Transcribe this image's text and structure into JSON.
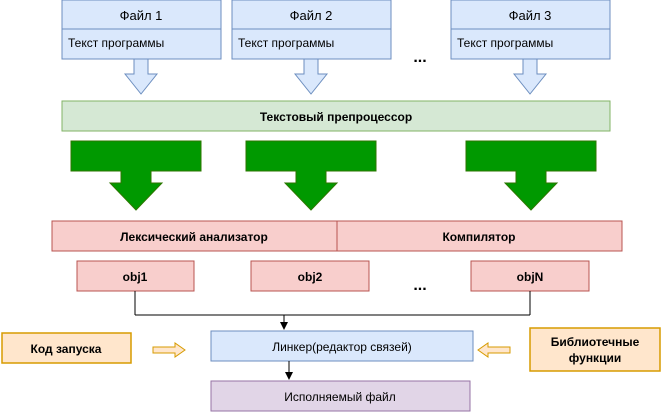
{
  "files": [
    {
      "title": "Файл 1",
      "body": "Текст программы"
    },
    {
      "title": "Файл 2",
      "body": "Текст программы"
    },
    {
      "title": "Файл 3",
      "body": "Текст программы"
    }
  ],
  "files_ellipsis": "...",
  "preprocessor": "Текстовый препроцессор",
  "lexer": "Лексический анализатор",
  "compiler": "Компилятор",
  "objects": [
    "obj1",
    "obj2",
    "objN"
  ],
  "objects_ellipsis": "...",
  "startup_code": "Код запуска",
  "linker": "Линкер(редактор связей)",
  "libraries_line1": "Библиотечные",
  "libraries_line2": "функции",
  "executable": "Исполняемый файл",
  "colors": {
    "file_fill": "#dae8fc",
    "file_stroke": "#6c8ebf",
    "prep_fill": "#d5e8d4",
    "prep_stroke": "#82b366",
    "green_arrow": "#009900",
    "green_arrow_stroke": "#2d7600",
    "red_fill": "#f8cecc",
    "red_stroke": "#b85450",
    "orange_fill": "#ffe6cc",
    "orange_stroke": "#d79b00",
    "purple_fill": "#e1d5e7",
    "purple_stroke": "#9673a6"
  }
}
